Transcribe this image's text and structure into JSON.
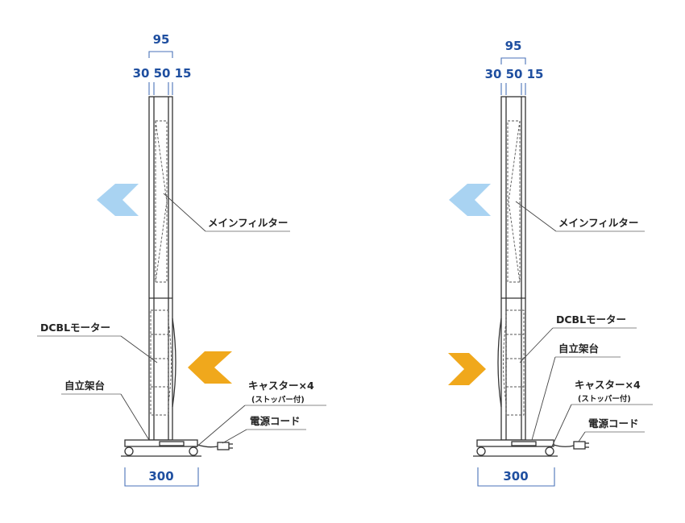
{
  "diagrams": [
    {
      "id": "left",
      "dimensions": {
        "total_depth": "95",
        "part_a": "30",
        "part_b": "50",
        "part_c": "15",
        "base_width": "300"
      },
      "labels": {
        "main_filter": "メインフィルター",
        "dcbl_motor": "DCBLモーター",
        "stand": "自立架台",
        "caster": "キャスター×4",
        "caster_note": "(ストッパー付)",
        "power_cord": "電源コード"
      }
    },
    {
      "id": "right",
      "dimensions": {
        "total_depth": "95",
        "part_a": "30",
        "part_b": "50",
        "part_c": "15",
        "base_width": "300"
      },
      "labels": {
        "main_filter": "メインフィルター",
        "dcbl_motor": "DCBLモーター",
        "stand": "自立架台",
        "caster": "キャスター×4",
        "caster_note": "(ストッパー付)",
        "power_cord": "電源コード"
      }
    }
  ],
  "colors": {
    "outlet_arrow": "#a9d3f2",
    "inlet_arrow": "#f0a81c",
    "dimension_text": "#1f4fa0",
    "dimension_line": "#4a72b8",
    "line_art": "#333333"
  },
  "icons": {
    "outlet": "arrow-left-icon",
    "inlet_left": "arrow-left-icon",
    "inlet_right": "arrow-right-icon"
  }
}
